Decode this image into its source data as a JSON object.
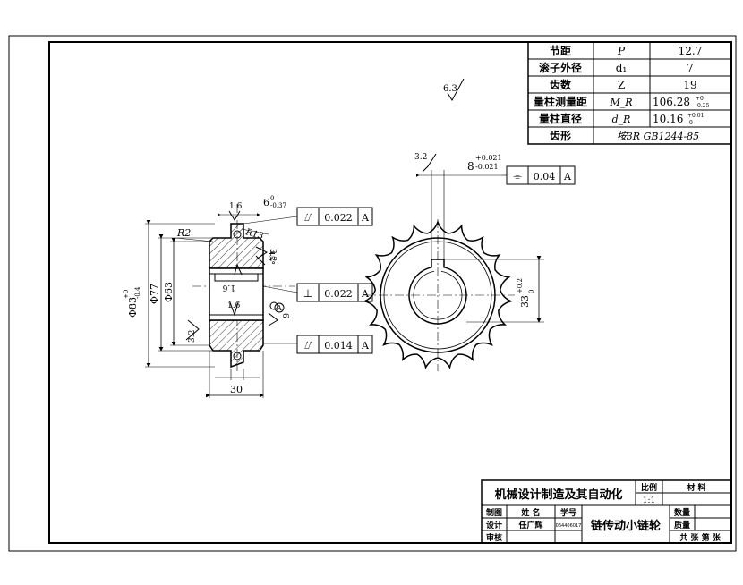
{
  "param_table": {
    "rows": [
      {
        "name": "节距",
        "symbol": "P",
        "value": "12.7"
      },
      {
        "name": "滚子外径",
        "symbol": "d₁",
        "value": "7"
      },
      {
        "name": "齿数",
        "symbol": "Z",
        "value": "19"
      },
      {
        "name": "量柱测量距",
        "symbol": "M_R",
        "value": "106.28",
        "tol_upper": "+0",
        "tol_lower": "-0.25"
      },
      {
        "name": "量柱直径",
        "symbol": "d_R",
        "value": "10.16",
        "tol_upper": "+0.01",
        "tol_lower": "-0"
      },
      {
        "name": "齿形",
        "symbol": "按3R GB1244-85",
        "value": ""
      }
    ]
  },
  "surface_roughness": {
    "general": "6.3",
    "keyway": "3.2",
    "hub_face": "3.2",
    "tooth_side": "3.2",
    "bore_a": "1.6",
    "bore_b": "1.6",
    "bore_c": "1.6"
  },
  "side_view_dims": {
    "tip_diameter": "Φ83",
    "tip_tol_upper": "+0",
    "tip_tol_lower": "-0.4",
    "root_diameter": "Φ77",
    "hub_diameter": "Φ63",
    "width": "30",
    "radius_small": "R2",
    "radius_large": "R13",
    "key_width": "6",
    "key_tol_upper": "0",
    "key_tol_lower": "-0.37",
    "chamfer": "6",
    "angle": "45°"
  },
  "front_view_dims": {
    "keyway_width": "8",
    "keyway_tol_upper": "+0.021",
    "keyway_tol_lower": "-0.021",
    "keyway_depth": "33",
    "keyway_depth_tol_upper": "+0.2",
    "keyway_depth_tol_lower": "0"
  },
  "tolerances": [
    {
      "symbol": "⌰",
      "value": "0.022",
      "datum": "A"
    },
    {
      "symbol": "⊥",
      "value": "0.022",
      "datum": "A"
    },
    {
      "symbol": "⌰",
      "value": "0.014",
      "datum": "A"
    },
    {
      "symbol": "⌯",
      "value": "0.04",
      "datum": "A"
    }
  ],
  "datum_label": "A",
  "title_block": {
    "org": "机械设计制造及其自动化",
    "scale_label": "比例",
    "scale_value": "1:1",
    "material_label": "材 料",
    "drawing_title": "链传动小链轮",
    "row_draw": "制图",
    "row_design": "设计",
    "row_review": "审核",
    "col_name": "姓 名",
    "col_id": "学号",
    "designer": "任广辉",
    "student_id": "064406017",
    "qty_label": "数量",
    "mass_label": "质量",
    "sheets_label": "共 张 第 张"
  }
}
